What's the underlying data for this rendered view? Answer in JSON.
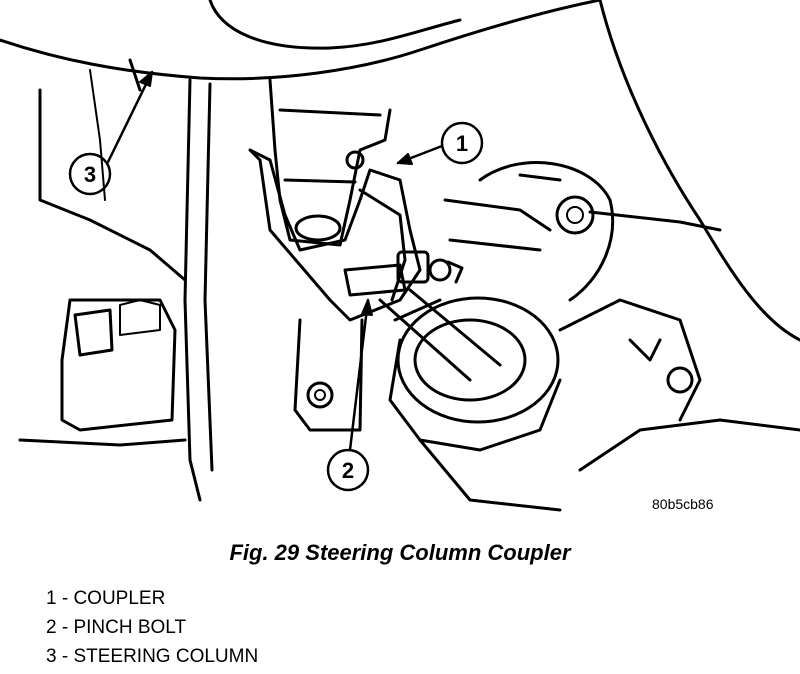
{
  "figure": {
    "code": "80b5cb86",
    "caption": "Fig. 29 Steering Column Coupler",
    "callouts": [
      "1",
      "2",
      "3"
    ]
  },
  "legend": [
    {
      "number": "1",
      "label": "COUPLER",
      "text": "1 - COUPLER"
    },
    {
      "number": "2",
      "label": "PINCH BOLT",
      "text": "2 - PINCH BOLT"
    },
    {
      "number": "3",
      "label": "STEERING COLUMN",
      "text": "3 - STEERING COLUMN"
    }
  ]
}
